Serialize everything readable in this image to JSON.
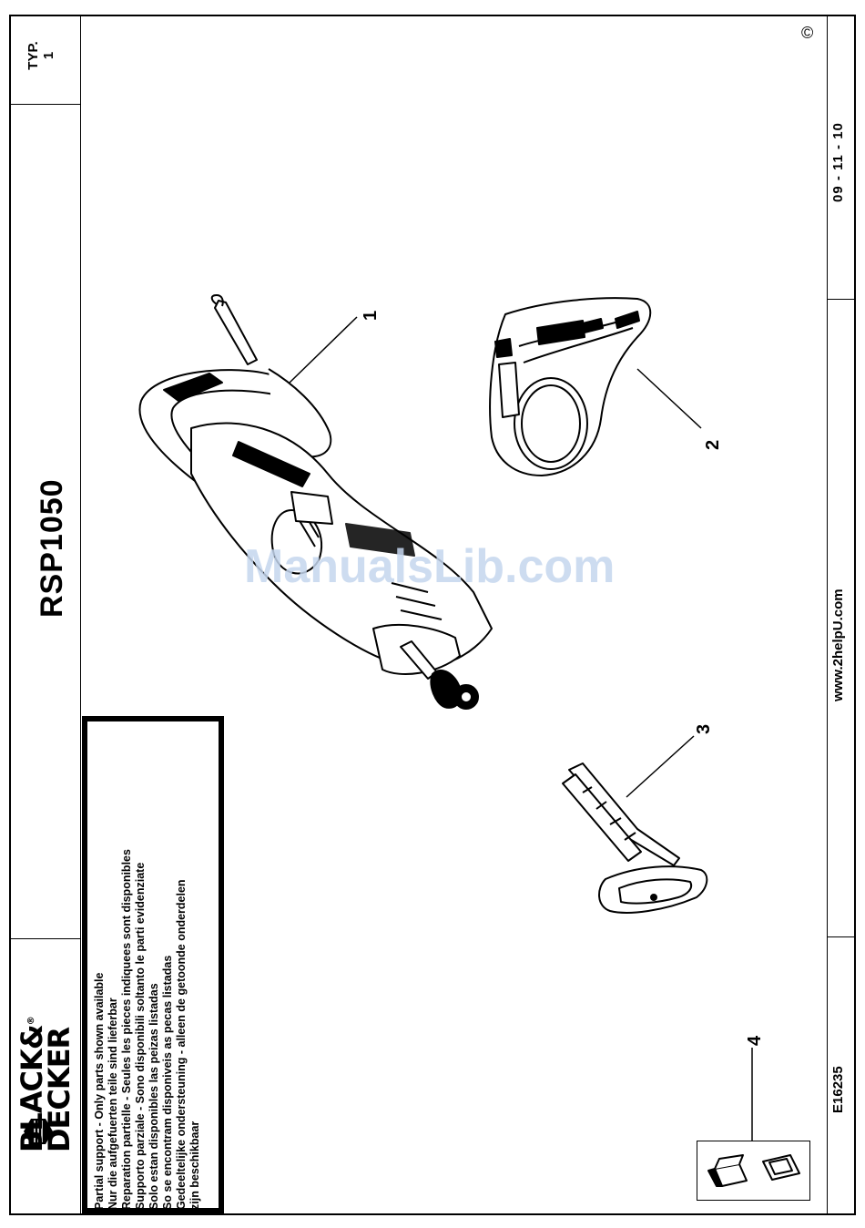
{
  "header": {
    "type_label": "TYP.",
    "type_value": "1",
    "model": "RSP1050",
    "copyright_symbol": "©",
    "date": "09 - 11 - 10",
    "website": "www.2helpU.com",
    "document_code": "E16235"
  },
  "brand": {
    "line1": "BLACK&",
    "line2": "DECKER",
    "registered": "®"
  },
  "notice": {
    "lines": [
      "Partial support - Only parts shown available",
      "Nur die aufgefuerten teile sind lieferbar",
      "Reparation partielle - Seules les pieces indiquees sont disponibles",
      "Supporto parziale - Sono disponibili soltanto le parti evidenziate",
      "Solo estan disponibles las peizas listadas",
      "So se encontram disponiveis as pecas listadas",
      "Gedeeltelijke ondersteuning - alleen de getoonde onderdelen",
      "   zijn beschikbaar"
    ]
  },
  "parts": {
    "p1": "1",
    "p2": "2",
    "p3": "3",
    "p4": "4"
  },
  "watermark": "ManualsLib.com",
  "colors": {
    "ink": "#000000",
    "watermark": "#c5d6ee"
  }
}
